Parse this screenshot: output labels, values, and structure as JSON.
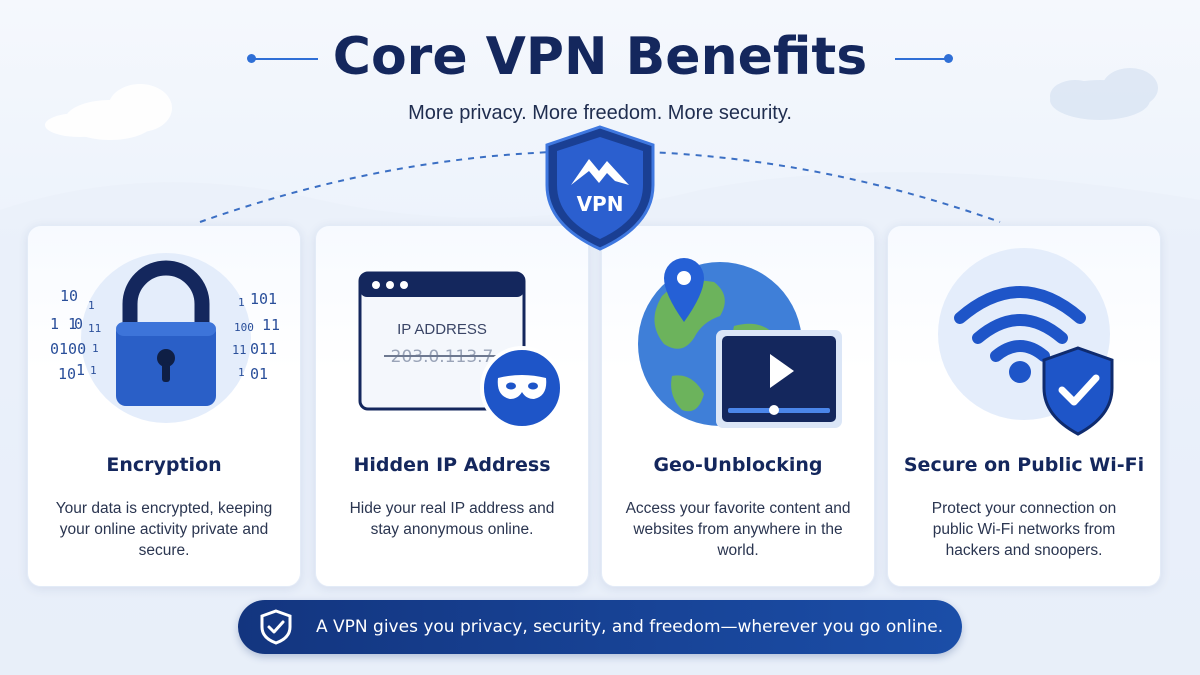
{
  "header": {
    "title": "Core VPN Benefits",
    "subtitle": "More privacy. More freedom. More security."
  },
  "center_badge": {
    "label": "VPN",
    "icon": "mountain-shield-icon"
  },
  "cards": [
    {
      "title": "Encryption",
      "description": "Your data is encrypted, keeping your online activity private and secure.",
      "icon": "padlock-icon",
      "binary_left": [
        "10",
        "1 1",
        "11 0",
        "01",
        "0100",
        "1",
        "01",
        "10",
        "11"
      ],
      "binary_right": [
        "1101",
        "0",
        "100",
        "11",
        "11",
        "01",
        "1",
        "101"
      ]
    },
    {
      "title": "Hidden IP Address",
      "description": "Hide your real IP address and stay anonymous online.",
      "icon": "browser-window-icon",
      "ip_label": "IP ADDRESS",
      "ip_value": "203.0.113.7"
    },
    {
      "title": "Geo-Unblocking",
      "description": "Access your favorite content and websites from anywhere in the world.",
      "icon": "globe-video-icon"
    },
    {
      "title": "Secure on Public Wi-Fi",
      "description": "Protect your connection on public Wi-Fi networks from hackers and snoopers.",
      "icon": "wifi-shield-icon"
    }
  ],
  "banner": {
    "text": "A VPN gives you privacy, security, and freedom—wherever you go online.",
    "icon": "shield-check-icon"
  },
  "colors": {
    "navy": "#14275d",
    "accent": "#2f6fd6",
    "banner": "#1b4ea8"
  }
}
